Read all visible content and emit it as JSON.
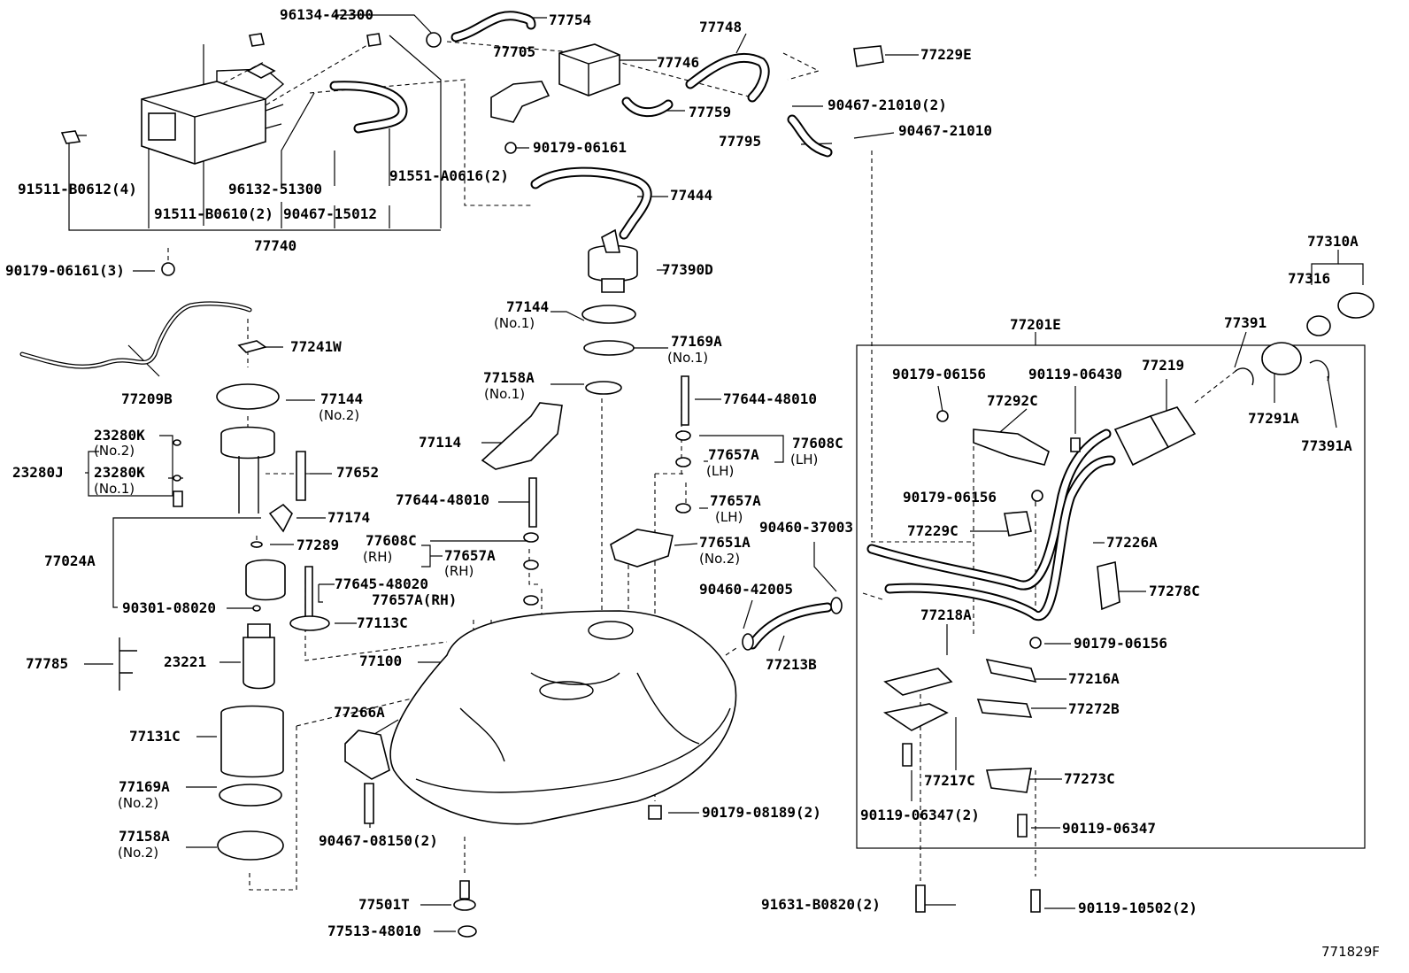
{
  "labels": {
    "l_96134_42300": "96134-42300",
    "l_77754": "77754",
    "l_77748": "77748",
    "l_77705": "77705",
    "l_77746": "77746",
    "l_77229E": "77229E",
    "l_90467_21010_2": "90467-21010(2)",
    "l_77759": "77759",
    "l_77795": "77795",
    "l_90467_21010": "90467-21010",
    "l_90179_06161": "90179-06161",
    "l_91511_B0612_4": "91511-B0612(4)",
    "l_96132_51300": "96132-51300",
    "l_91551_A0616_2": "91551-A0616(2)",
    "l_91511_B0610_2": "91511-B0610(2)",
    "l_90467_15012": "90467-15012",
    "l_77740": "77740",
    "l_77444": "77444",
    "l_90179_06161_3": "90179-06161(3)",
    "l_77390D": "77390D",
    "l_77144_top": "77144",
    "l_no1_a": "(No.1)",
    "l_77169A_top": "77169A",
    "l_no1_b": "(No.1)",
    "l_77158A_top": "77158A",
    "l_no1_c": "(No.1)",
    "l_77644_48010_a": "77644-48010",
    "l_77114": "77114",
    "l_77657A_lh1": "77657A",
    "l_lh1": "(LH)",
    "l_77608C_lh": "77608C",
    "l_lh2": "(LH)",
    "l_77657A_lh2": "77657A",
    "l_lh3": "(LH)",
    "l_77644_48010_b": "77644-48010",
    "l_77608C_rh": "77608C",
    "l_rh1": "(RH)",
    "l_77657A_rh1": "77657A",
    "l_rh2": "(RH)",
    "l_77657A_rh2": "77657A(RH)",
    "l_90460_37003": "90460-37003",
    "l_77651A": "77651A",
    "l_no2_651": "(No.2)",
    "l_90460_42005": "90460-42005",
    "l_77213B": "77213B",
    "l_77645_48020": "77645-48020",
    "l_77113C": "77113C",
    "l_77100": "77100",
    "l_77209B": "77209B",
    "l_77241W": "77241W",
    "l_77144_no2": "77144",
    "l_no2_a": "(No.2)",
    "l_23280K_a": "23280K",
    "l_no2_b": "(No.2)",
    "l_23280J": "23280J",
    "l_23280K_b": "23280K",
    "l_no1_d": "(No.1)",
    "l_77652": "77652",
    "l_77174": "77174",
    "l_77289": "77289",
    "l_77024A": "77024A",
    "l_90301_08020": "90301-08020",
    "l_77785": "77785",
    "l_23221": "23221",
    "l_77131C": "77131C",
    "l_77169A_no2": "77169A",
    "l_no2_c": "(No.2)",
    "l_77158A_no2": "77158A",
    "l_no2_d": "(No.2)",
    "l_77266A": "77266A",
    "l_90467_08150_2": "90467-08150(2)",
    "l_90179_08189_2": "90179-08189(2)",
    "l_77501T": "77501T",
    "l_77513_48010": "77513-48010",
    "l_77201E": "77201E",
    "l_90179_06156_a": "90179-06156",
    "l_90119_06430": "90119-06430",
    "l_77219": "77219",
    "l_77292C": "77292C",
    "l_90179_06156_b": "90179-06156",
    "l_77229C": "77229C",
    "l_77226A": "77226A",
    "l_77278C": "77278C",
    "l_77218A": "77218A",
    "l_90179_06156_c": "90179-06156",
    "l_77216A": "77216A",
    "l_77272B": "77272B",
    "l_77217C": "77217C",
    "l_77273C": "77273C",
    "l_90119_06347_2": "90119-06347(2)",
    "l_90119_06347": "90119-06347",
    "l_91631_B0820_2": "91631-B0820(2)",
    "l_90119_10502_2": "90119-10502(2)",
    "l_77310A": "77310A",
    "l_77316": "77316",
    "l_77391": "77391",
    "l_77291A": "77291A",
    "l_77391A": "77391A",
    "l_figure_code": "771829F"
  }
}
